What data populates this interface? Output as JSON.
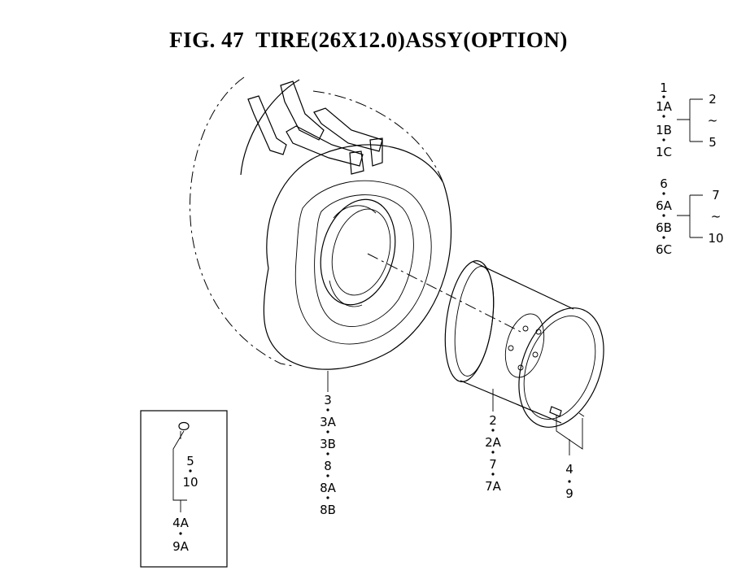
{
  "title": "FIG. 47  TIRE(26X12.0)ASSY(OPTION)",
  "legend": {
    "group1": {
      "left": [
        "1",
        "1A",
        "1B",
        "1C"
      ],
      "right": [
        "2",
        "5"
      ],
      "range_mark": "~"
    },
    "group2": {
      "left": [
        "6",
        "6A",
        "6B",
        "6C"
      ],
      "right": [
        "7",
        "10"
      ],
      "range_mark": "~"
    }
  },
  "callouts": {
    "tire": [
      "3",
      "3A",
      "3B",
      "8",
      "8A",
      "8B"
    ],
    "wheel": [
      "2",
      "2A",
      "7",
      "7A"
    ],
    "valve": [
      "4",
      "9"
    ],
    "inset_valve_right": [
      "5",
      "10"
    ],
    "inset_valve_bottom": [
      "4A",
      "9A"
    ]
  }
}
